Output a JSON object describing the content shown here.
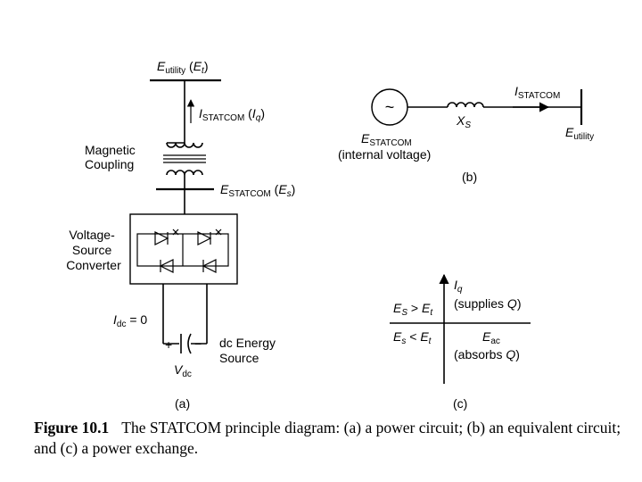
{
  "panel_a": {
    "e_utility": "E",
    "e_utility_sub": "utility",
    "e_utility_alt_open": " (",
    "e_t": "E",
    "e_t_sub": "t",
    "e_utility_alt_close": ")",
    "i_statcom": "I",
    "i_statcom_sub": "STATCOM",
    "i_q_open": " (",
    "i_q": "I",
    "i_q_sub": "q",
    "i_q_close": ")",
    "magnetic_line1": "Magnetic",
    "magnetic_line2": "Coupling",
    "e_statcom": "E",
    "e_statcom_sub": "STATCOM",
    "e_s_open": " (",
    "e_s": "E",
    "e_s_sub": "s",
    "e_s_close": ")",
    "vsc_line1": "Voltage-",
    "vsc_line2": "Source",
    "vsc_line3": "Converter",
    "idc": "I",
    "idc_sub": "dc",
    "idc_eq": " = 0",
    "plus": "+",
    "minus": "−",
    "vdc": "V",
    "vdc_sub": "dc",
    "dc_line1": "dc Energy",
    "dc_line2": "Source",
    "panel_label": "(a)"
  },
  "panel_b": {
    "tilde": "~",
    "i_statcom": "I",
    "i_statcom_sub": "STATCOM",
    "xs": "X",
    "xs_sub": "S",
    "e_statcom": "E",
    "e_statcom_sub": "STATCOM",
    "internal": "(internal voltage)",
    "e_utility": "E",
    "e_utility_sub": "utility",
    "panel_label": "(b)"
  },
  "panel_c": {
    "iq": "I",
    "iq_sub": "q",
    "supplies_open": "(supplies ",
    "supplies_q": "Q",
    "supplies_close": ")",
    "es_gt": "E",
    "es_gt_sub": "S",
    "es_gt_op": " > ",
    "es_gt_rhs": "E",
    "es_gt_rhs_sub": "t",
    "es_lt": "E",
    "es_lt_sub": "s",
    "es_lt_op": " < ",
    "es_lt_rhs": "E",
    "es_lt_rhs_sub": "t",
    "eac": "E",
    "eac_sub": "ac",
    "absorbs_open": "(absorbs ",
    "absorbs_q": "Q",
    "absorbs_close": ")",
    "panel_label": "(c)"
  },
  "caption": {
    "label": "Figure 10.1",
    "text": "The STATCOM principle diagram: (a) a power circuit; (b) an equivalent circuit; and (c) a power exchange."
  }
}
